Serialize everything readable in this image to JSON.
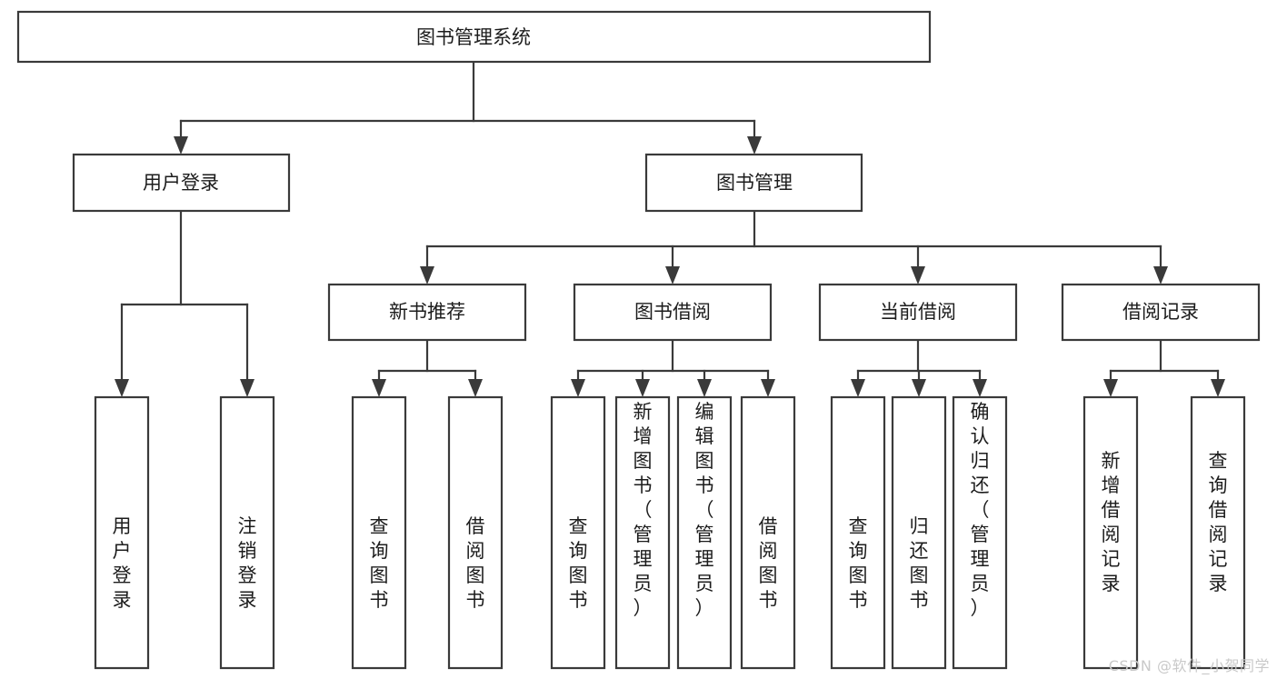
{
  "diagram": {
    "title": "图书管理系统",
    "type": "tree",
    "watermark": "CSDN @软件_小贺同学",
    "colors": {
      "box_stroke": "#3a3a3a",
      "box_fill": "#ffffff",
      "text": "#1c1c1c",
      "canvas": "#ffffff",
      "watermark": "#c9c9c9"
    },
    "levels": {
      "root": "图书管理系统",
      "level2": [
        "用户登录",
        "图书管理"
      ],
      "level3": [
        "新书推荐",
        "图书借阅",
        "当前借阅",
        "借阅记录"
      ]
    },
    "nodes": {
      "root": {
        "label": "图书管理系统"
      },
      "user_login": {
        "label": "用户登录"
      },
      "book_manage": {
        "label": "图书管理"
      },
      "new_book_rec": {
        "label": "新书推荐"
      },
      "book_borrow": {
        "label": "图书借阅"
      },
      "current_borrow": {
        "label": "当前借阅"
      },
      "borrow_record": {
        "label": "借阅记录"
      },
      "leaf_user_login": {
        "label": "用户登录"
      },
      "leaf_logout": {
        "label": "注销登录"
      },
      "leaf_query_book_1": {
        "label": "查询图书"
      },
      "leaf_borrow_book_1": {
        "label": "借阅图书"
      },
      "leaf_query_book_2": {
        "label": "查询图书"
      },
      "leaf_add_book": {
        "label": "新增图书（管理员）"
      },
      "leaf_edit_book": {
        "label": "编辑图书（管理员）"
      },
      "leaf_borrow_book_2": {
        "label": "借阅图书"
      },
      "leaf_query_book_3": {
        "label": "查询图书"
      },
      "leaf_return_book": {
        "label": "归还图书"
      },
      "leaf_confirm_return": {
        "label": "确认归还（管理员）"
      },
      "leaf_add_record": {
        "label": "新增借阅记录"
      },
      "leaf_query_record": {
        "label": "查询借阅记录"
      }
    },
    "edges": [
      {
        "from": "root",
        "to": "user_login"
      },
      {
        "from": "root",
        "to": "book_manage"
      },
      {
        "from": "user_login",
        "to": "leaf_user_login"
      },
      {
        "from": "user_login",
        "to": "leaf_logout"
      },
      {
        "from": "book_manage",
        "to": "new_book_rec"
      },
      {
        "from": "book_manage",
        "to": "book_borrow"
      },
      {
        "from": "book_manage",
        "to": "current_borrow"
      },
      {
        "from": "book_manage",
        "to": "borrow_record"
      },
      {
        "from": "new_book_rec",
        "to": "leaf_query_book_1"
      },
      {
        "from": "new_book_rec",
        "to": "leaf_borrow_book_1"
      },
      {
        "from": "book_borrow",
        "to": "leaf_query_book_2"
      },
      {
        "from": "book_borrow",
        "to": "leaf_add_book"
      },
      {
        "from": "book_borrow",
        "to": "leaf_edit_book"
      },
      {
        "from": "book_borrow",
        "to": "leaf_borrow_book_2"
      },
      {
        "from": "current_borrow",
        "to": "leaf_query_book_3"
      },
      {
        "from": "current_borrow",
        "to": "leaf_return_book"
      },
      {
        "from": "current_borrow",
        "to": "leaf_confirm_return"
      },
      {
        "from": "borrow_record",
        "to": "leaf_add_record"
      },
      {
        "from": "borrow_record",
        "to": "leaf_query_record"
      }
    ]
  }
}
